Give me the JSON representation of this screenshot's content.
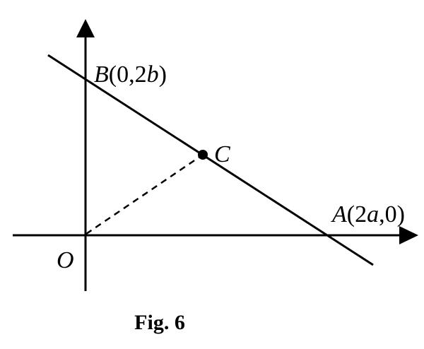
{
  "figure": {
    "caption": "Fig. 6",
    "colors": {
      "ink": "#000000",
      "background": "#ffffff"
    },
    "points": {
      "B": {
        "name": "B",
        "coords": "(0,2",
        "coord_var": "b",
        "coord_end": ")"
      },
      "A": {
        "name": "A",
        "coords": "(2",
        "coord_var": "a",
        "coord_end": ",0)"
      },
      "C": {
        "name": "C"
      },
      "O": {
        "name": "O"
      }
    },
    "segments": [
      {
        "from": "B",
        "to": "A",
        "style": "solid",
        "note": "line through B and A"
      },
      {
        "from": "O",
        "to": "C",
        "style": "dashed"
      }
    ]
  }
}
